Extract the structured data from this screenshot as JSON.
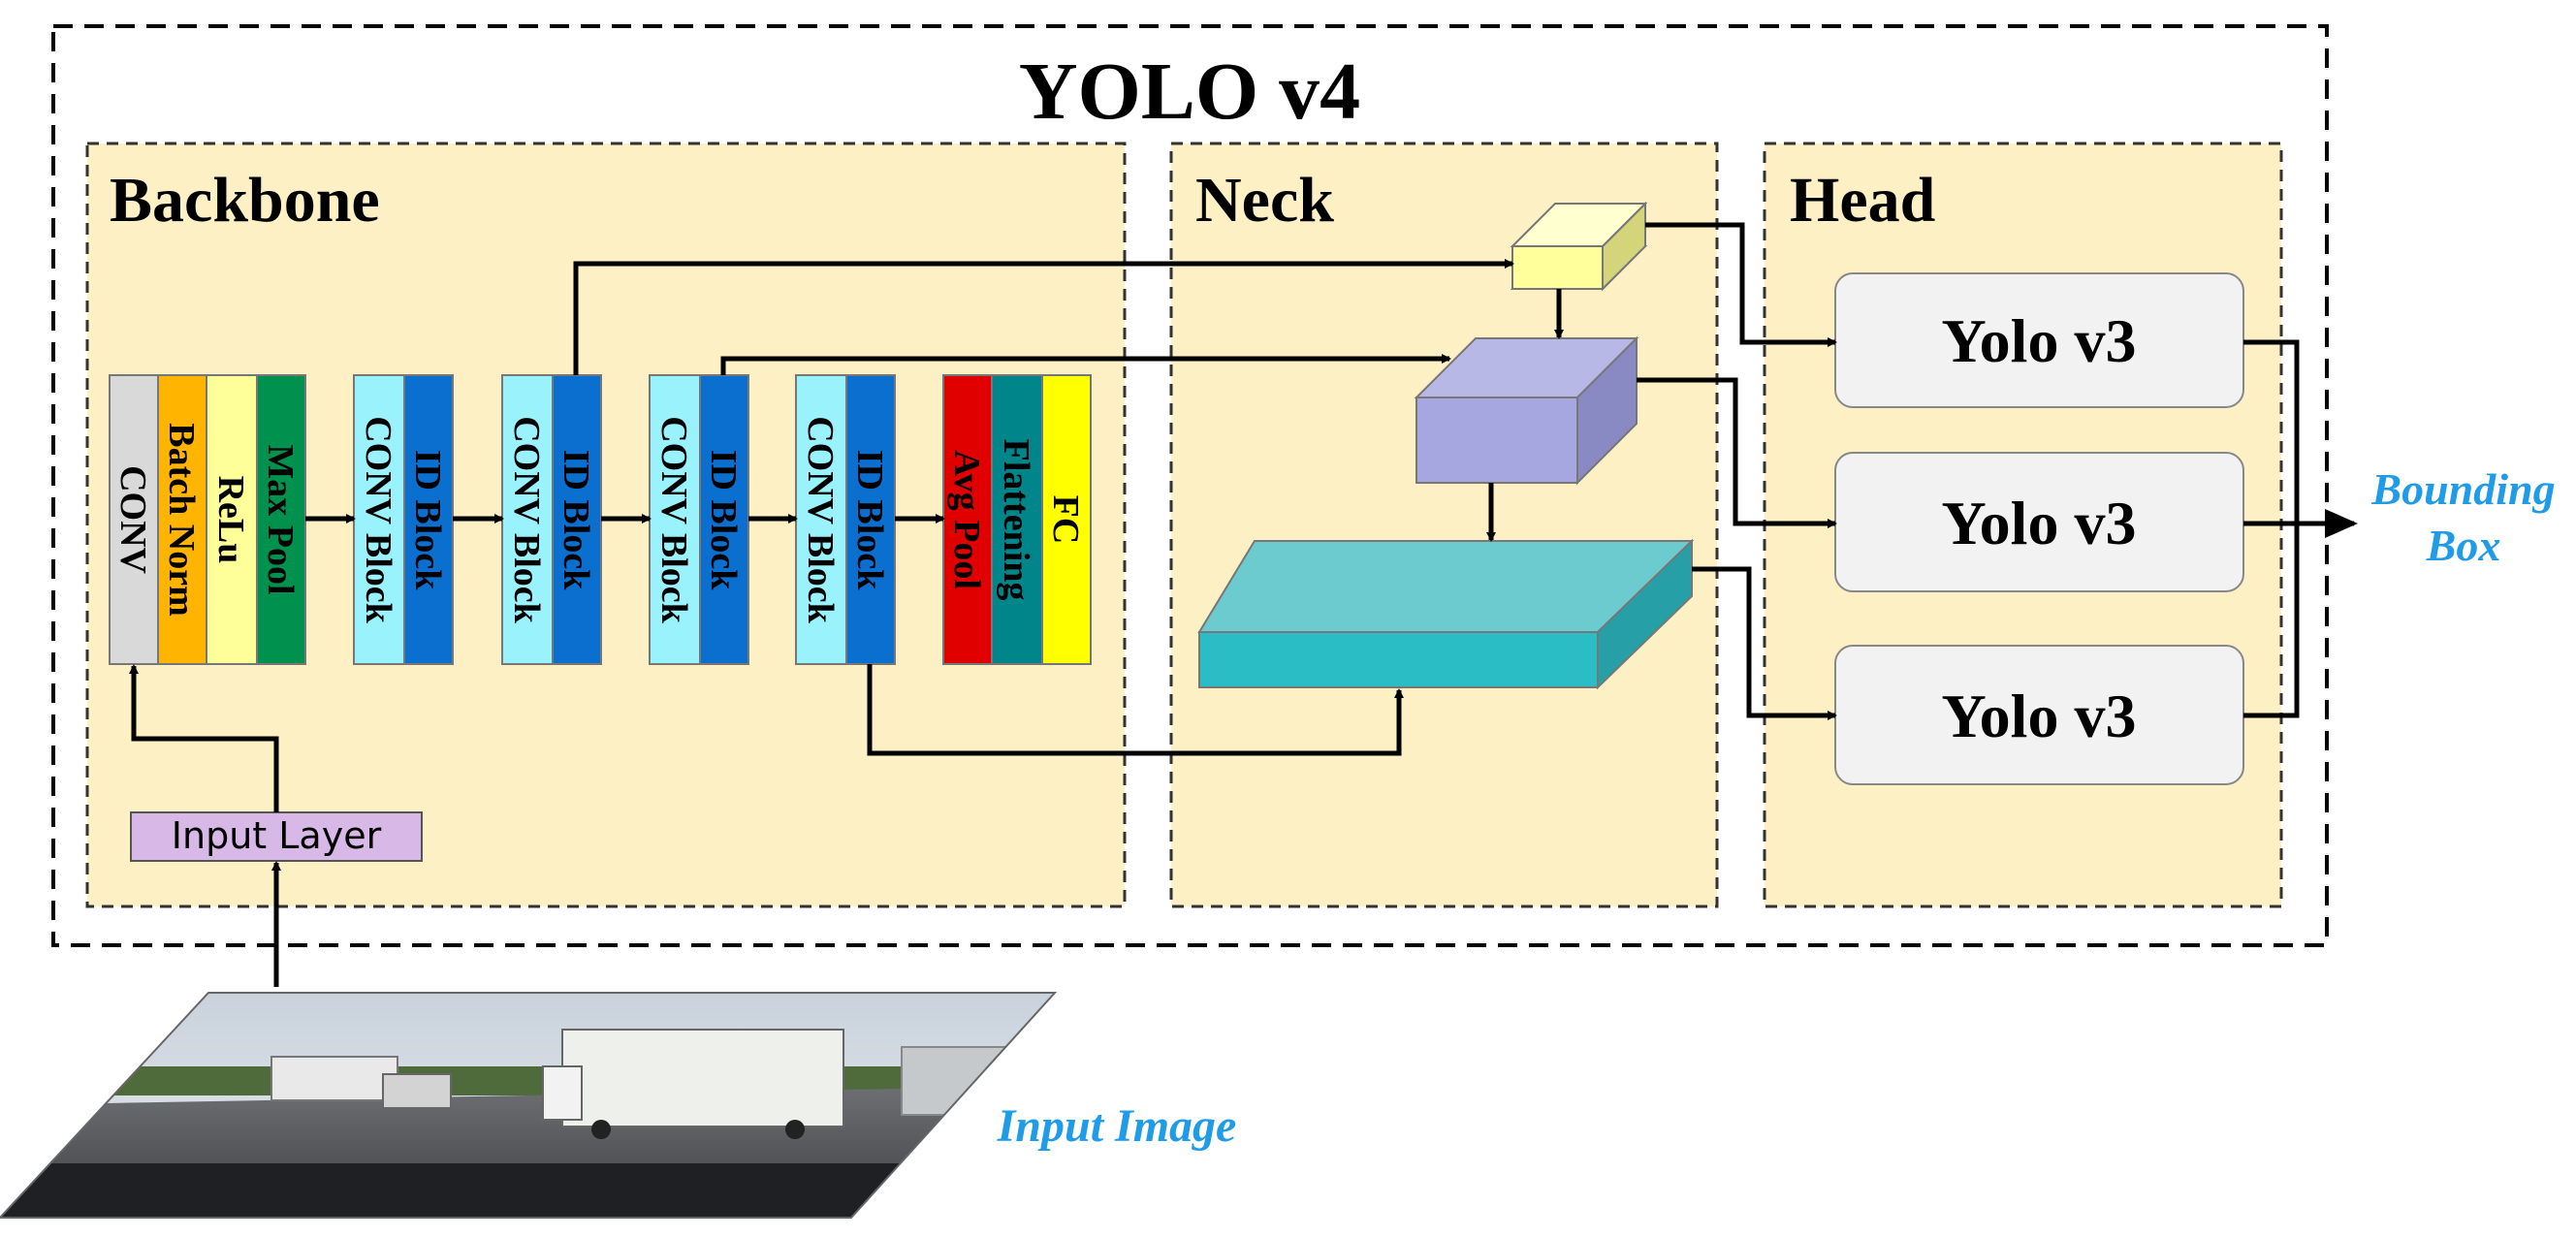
{
  "title": "YOLO v4",
  "sections": {
    "backbone": "Backbone",
    "neck": "Neck",
    "head": "Head"
  },
  "backbone": {
    "first_group": [
      "CONV",
      "Batch Norm",
      "ReLu",
      "Max Pool"
    ],
    "blocks": [
      [
        "CONV Block",
        "ID Block"
      ],
      [
        "CONV Block",
        "ID Block"
      ],
      [
        "CONV Block",
        "ID Block"
      ],
      [
        "CONV Block",
        "ID Block"
      ]
    ],
    "last_group": [
      "Avg Pool",
      "Flattening",
      "FC"
    ],
    "input_layer": "Input Layer"
  },
  "head": {
    "boxes": [
      "Yolo v3",
      "Yolo v3",
      "Yolo v3"
    ]
  },
  "labels": {
    "output_line1": "Bounding",
    "output_line2": "Box",
    "input_image": "Input Image"
  },
  "colors": {
    "panel_fill": "#fdf0c4",
    "conv": "#d9d9d9",
    "batch_norm": "#ffb400",
    "relu": "#ffff99",
    "max_pool": "#00914f",
    "conv_block": "#99f2fc",
    "id_block": "#0b6fd0",
    "avg_pool": "#e00000",
    "flattening": "#00858a",
    "fc": "#ffff00",
    "input_layer": "#d8b8e6",
    "label_blue": "#1f9be8",
    "yolo_box": "#f2f2f2"
  }
}
